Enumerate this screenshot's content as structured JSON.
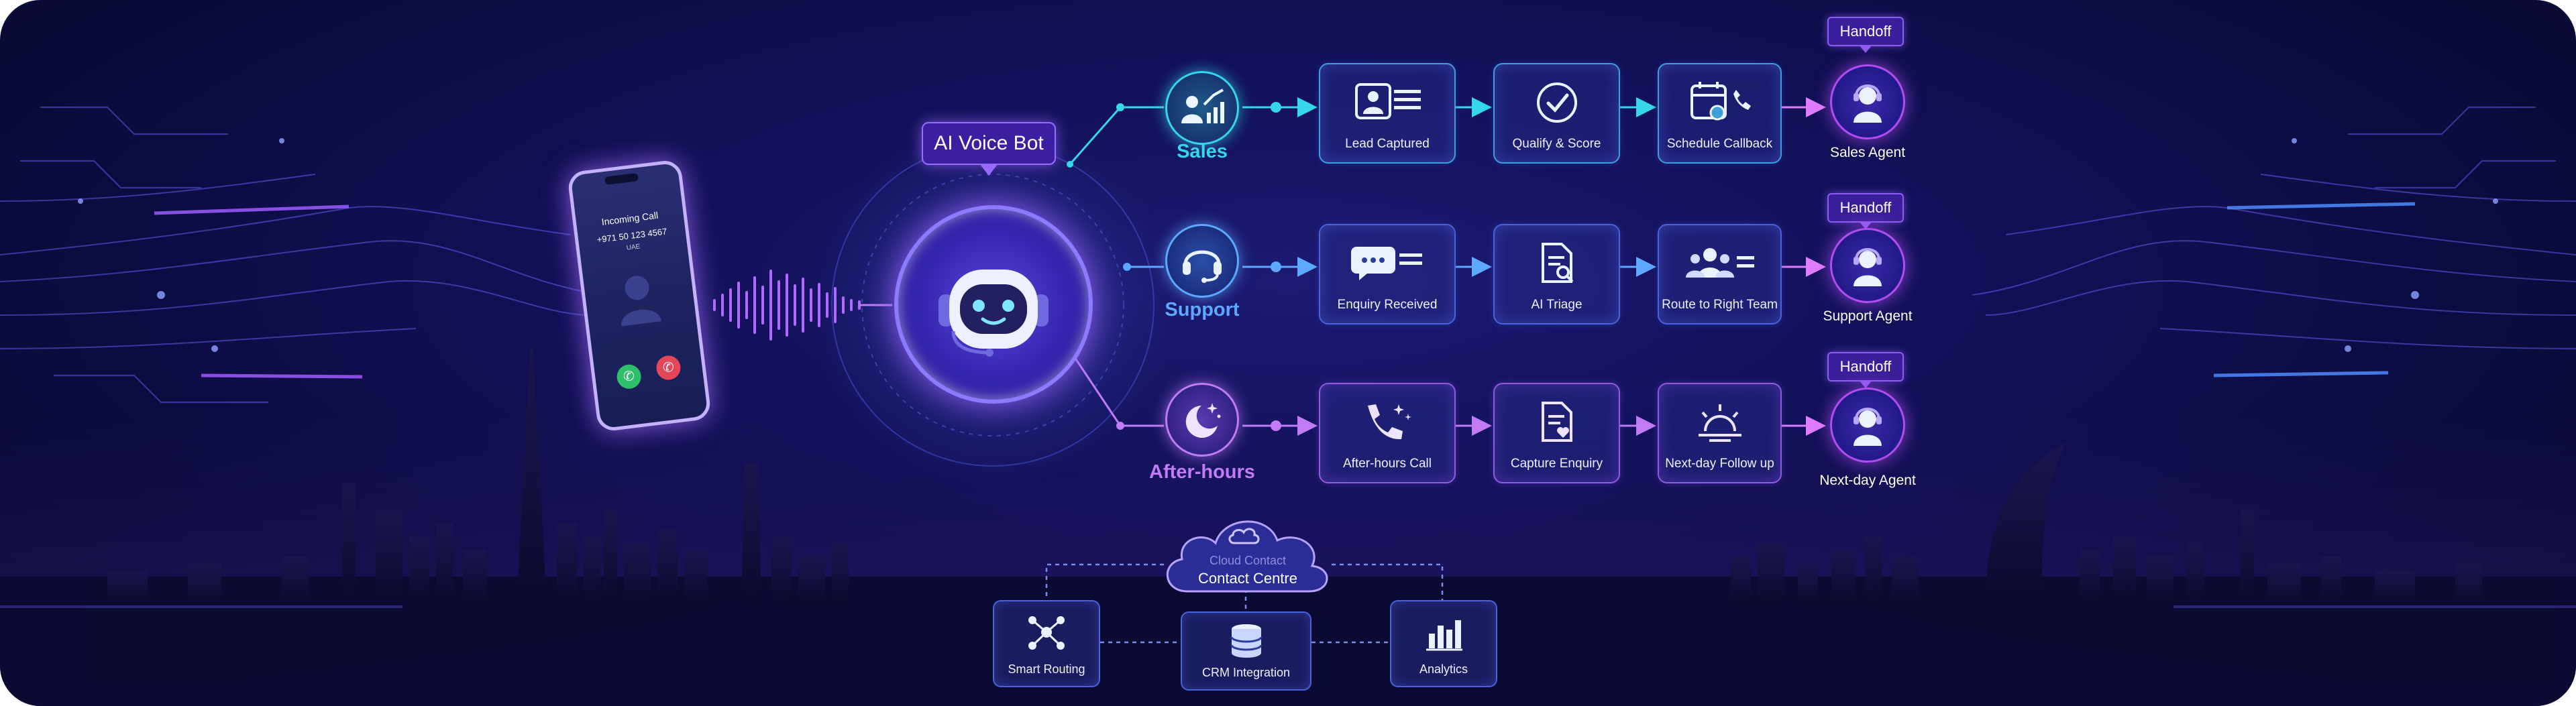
{
  "bot": {
    "label": "AI Voice Bot"
  },
  "phone": {
    "title": "Incoming Call",
    "number": "+971 50 123 4567",
    "region": "UAE"
  },
  "lanes": [
    {
      "category": "Sales",
      "category_color": "#35d7e8",
      "steps": [
        "Lead Captured",
        "Qualify & Score",
        "Schedule Callback"
      ],
      "agent": "Sales Agent",
      "handoff": "Handoff"
    },
    {
      "category": "Support",
      "category_color": "#5ea8ff",
      "steps": [
        "Enquiry Received",
        "AI Triage",
        "Route to Right Team"
      ],
      "agent": "Support Agent",
      "handoff": "Handoff"
    },
    {
      "category": "After-hours",
      "category_color": "#c17bf5",
      "steps": [
        "After-hours Call",
        "Capture Enquiry",
        "Next-day Follow up"
      ],
      "agent": "Next-day Agent",
      "handoff": "Handoff"
    }
  ],
  "cloud": {
    "line1": "Cloud Contact",
    "line2": "Contact Centre"
  },
  "integrations": [
    "Smart Routing",
    "CRM Integration",
    "Analytics"
  ],
  "icons": {
    "sales": "chart-user-icon",
    "support": "headset-icon",
    "afterhours": "moon-stars-icon",
    "lead": "id-card-icon",
    "qualify": "check-circle-icon",
    "callback": "calendar-phone-icon",
    "enquiry": "chat-bubbles-icon",
    "triage": "document-search-icon",
    "route": "team-icon",
    "ah_call": "phone-sparkle-icon",
    "capture": "document-heart-icon",
    "followup": "sunrise-icon",
    "agent": "agent-headset-icon",
    "routing": "network-icon",
    "crm": "database-icon",
    "analytics": "bar-chart-icon"
  }
}
